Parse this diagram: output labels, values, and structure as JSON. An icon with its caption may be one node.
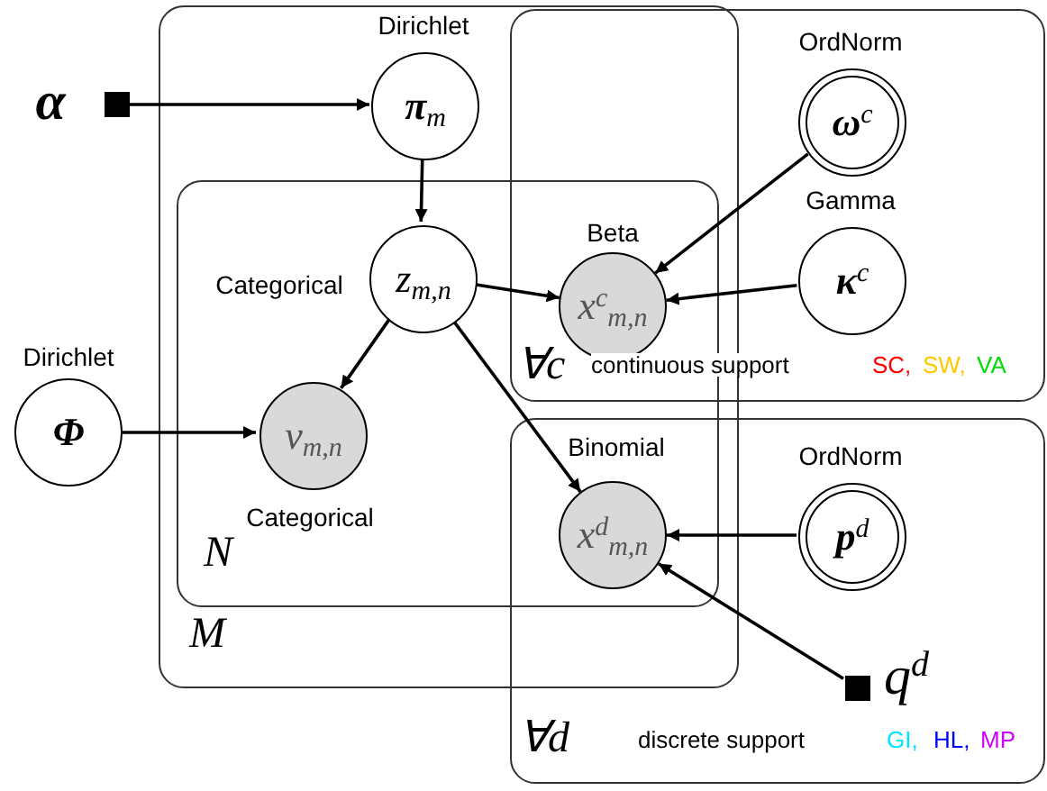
{
  "diagram": {
    "nodes": [
      {
        "text": [
          "M"
        ]
      },
      {
        "text": [
          "N"
        ],
        "in": 0
      },
      {
        "text": [
          "∀c",
          "continuous support",
          "SC,",
          "SW,",
          "VA"
        ]
      },
      {
        "text": [
          "∀d",
          "discrete support",
          "GI,",
          "HL,",
          "MP"
        ]
      },
      {
        "text": [],
        "shape": "box",
        "beside": [
          "**α**"
        ]
      },
      {
        "text": [
          "**π**$_{m}$"
        ],
        "beside": [
          "Dirichlet"
        ],
        "in": 0
      },
      {
        "text": [
          "z$_{m,n}$"
        ],
        "beside": [
          "Categorical"
        ],
        "in": 1
      },
      {
        "text": [
          "x$^{c}$$_{m,n}$"
        ],
        "beside": [
          "Beta"
        ]
      },
      {
        "text": [
          "**ω**$^{c}$"
        ],
        "beside": [
          "OrdNorm"
        ],
        "in": 2
      },
      {
        "text": [
          "**κ**$^{c}$"
        ],
        "beside": [
          "Gamma"
        ],
        "in": 2
      },
      {
        "text": [
          "**Φ**"
        ],
        "beside": [
          "Dirichlet"
        ]
      },
      {
        "text": [
          "v$_{m,n}$"
        ],
        "beside": [
          "Categorical"
        ],
        "in": 1
      },
      {
        "text": [
          "x$^{d}$$_{m,n}$"
        ],
        "beside": [
          "Binomial"
        ]
      },
      {
        "text": [
          "**p**$^{d}$"
        ],
        "beside": [
          "OrdNorm"
        ],
        "in": 3
      },
      {
        "text": [],
        "shape": "box",
        "beside": [
          "q$^{d}$"
        ],
        "in": 3
      }
    ],
    "edges": [
      {
        "from": 4,
        "to": 5,
        "arrow": "to"
      },
      {
        "from": 5,
        "to": 6,
        "arrow": "to"
      },
      {
        "from": 6,
        "to": 7,
        "arrow": "to"
      },
      {
        "from": 6,
        "to": 11,
        "arrow": "to"
      },
      {
        "from": 6,
        "to": 12,
        "arrow": "to"
      },
      {
        "from": 8,
        "to": 7,
        "arrow": "to"
      },
      {
        "from": 9,
        "to": 7,
        "arrow": "to"
      },
      {
        "from": 10,
        "to": 11,
        "arrow": "to"
      },
      {
        "from": 13,
        "to": 12,
        "arrow": "to"
      },
      {
        "from": 14,
        "to": 12,
        "arrow": "to"
      }
    ]
  }
}
